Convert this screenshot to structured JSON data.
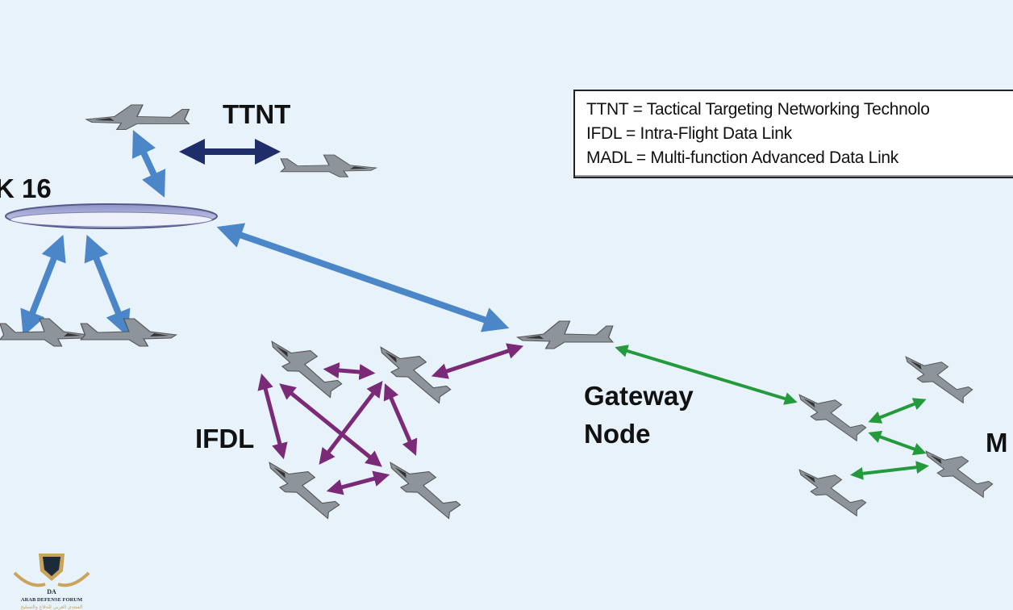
{
  "labels": {
    "ttnt": "TTNT",
    "link16": "K 16",
    "ifdl": "IFDL",
    "gateway_line1": "Gateway",
    "gateway_line2": "Node",
    "madl": "M"
  },
  "legend": [
    "TTNT =  Tactical Targeting Networking Technolo",
    "IFDL =  Intra-Flight Data Link",
    "MADL = Multi-function Advanced Data Link"
  ],
  "logo": {
    "text": "ARAB DEFENSE FORUM",
    "subtext": "المنتدى العربي للدفاع والتسليح",
    "mark": "DA"
  },
  "colors": {
    "background": "#e7f2fb",
    "link16_arrow": "#4a86c8",
    "ttnt_arrow": "#1f2d6b",
    "ifdl_arrow": "#7a2a77",
    "madl_arrow": "#239a3c"
  },
  "icons": [
    "aircraft-icon",
    "link16-ring-icon",
    "double-arrow-icon"
  ]
}
